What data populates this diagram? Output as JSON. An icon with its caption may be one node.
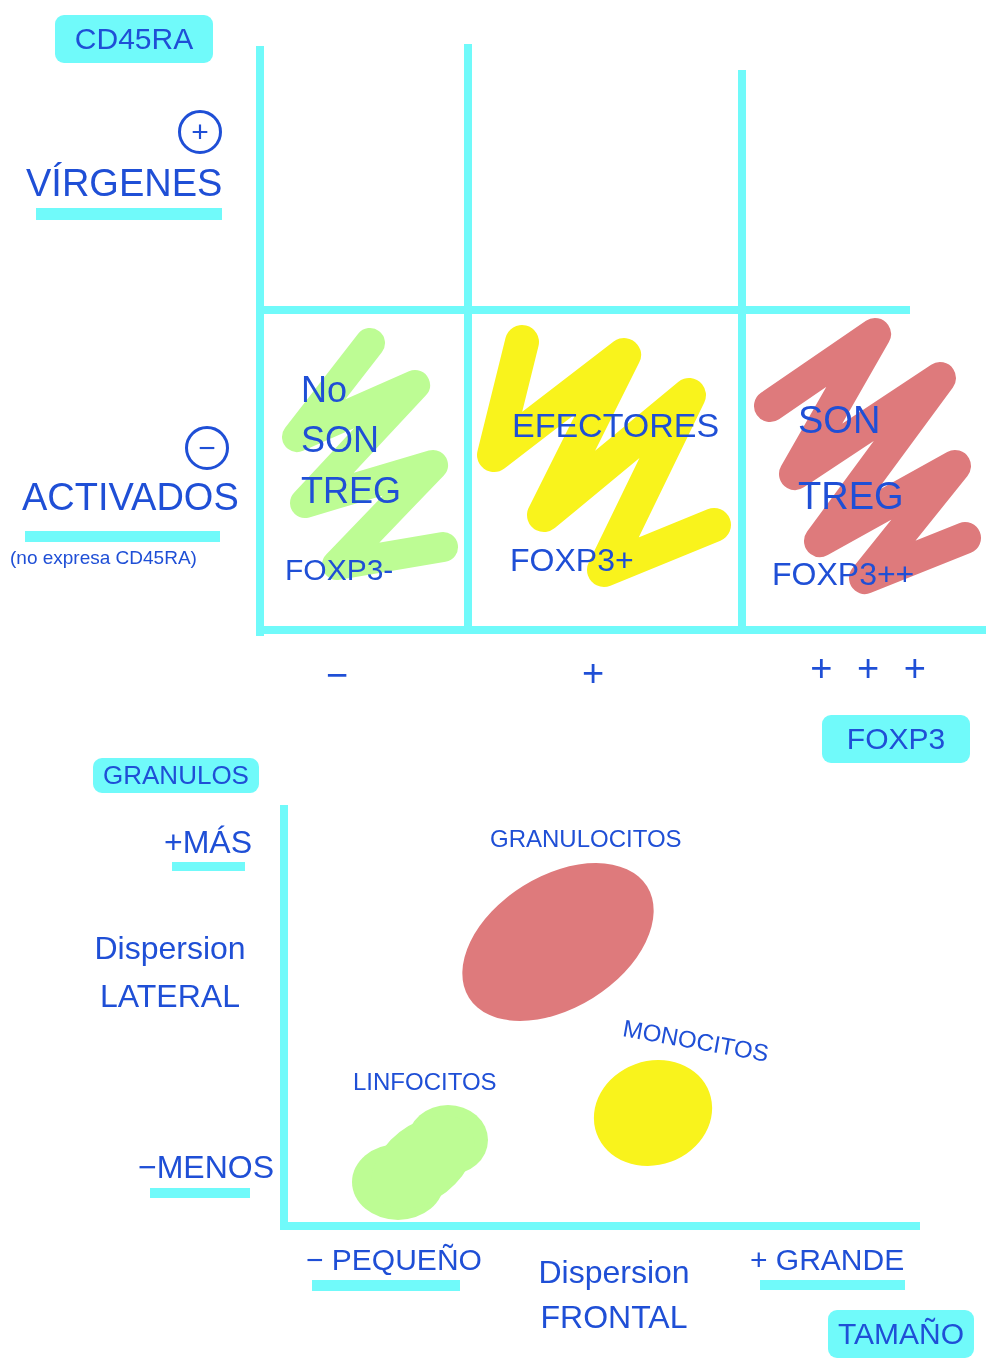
{
  "diagram": {
    "nodes": [
      {
        "text": [
          "CD45RA"
        ]
      },
      {
        "text": [
          "+"
        ]
      },
      {
        "text": [
          "−"
        ]
      },
      {
        "text": [
          "No SON TREG",
          "FOXP3-"
        ]
      },
      {
        "text": [
          "EFECTORES",
          "FOXP3+"
        ]
      },
      {
        "text": [
          "SON TREG",
          "FOXP3++"
        ]
      },
      {
        "text": [
          "FOXP3"
        ]
      },
      {
        "text": [
          "GRANULOS"
        ]
      },
      {
        "text": [
          "GRANULOCITOS"
        ]
      },
      {
        "text": [
          "MONOCITOS"
        ]
      },
      {
        "text": [
          "LINFOCITOS"
        ]
      },
      {
        "text": [
          "TAMAÑO"
        ]
      }
    ],
    "labels": [
      "VÍRGENES",
      "ACTIVADOS",
      "(no expresa CD45RA)",
      "−",
      "+",
      "+ + +",
      "+MÁS",
      "Dispersion LATERAL",
      "−MENOS",
      "− PEQUEÑO",
      "Dispersion FRONTAL",
      "+ GRANDE"
    ]
  }
}
